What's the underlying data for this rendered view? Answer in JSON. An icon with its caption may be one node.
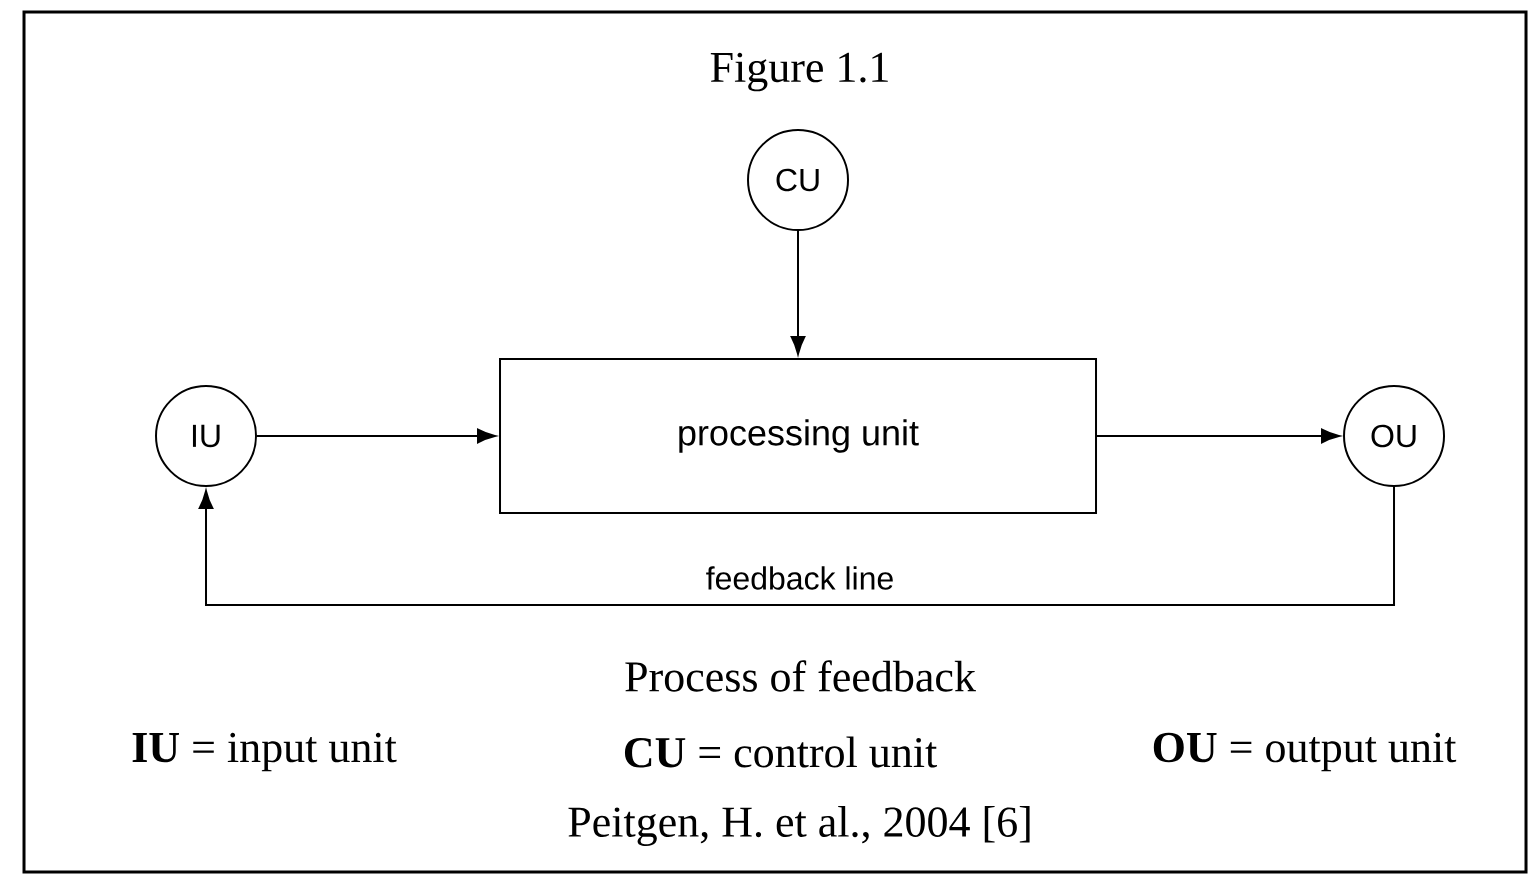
{
  "diagram": {
    "title": "Figure 1.1",
    "caption": "Process of feedback",
    "nodes": [
      {
        "text": [
          "CU"
        ]
      },
      {
        "text": [
          "IU"
        ]
      },
      {
        "text": [
          "processing unit"
        ]
      },
      {
        "text": [
          "OU"
        ]
      }
    ],
    "edges": [
      {
        "from": 0,
        "to": 2,
        "arrow": "to"
      },
      {
        "from": 1,
        "to": 2,
        "arrow": "to"
      },
      {
        "from": 2,
        "to": 3,
        "arrow": "to"
      },
      {
        "from": 3,
        "to": 1,
        "arrow": "to",
        "label": "feedback line"
      }
    ],
    "labels": [
      "**IU** = input unit",
      "**CU** = control unit",
      "**OU** = output unit",
      "Peitgen, H. et al., 2004 [6]"
    ]
  }
}
